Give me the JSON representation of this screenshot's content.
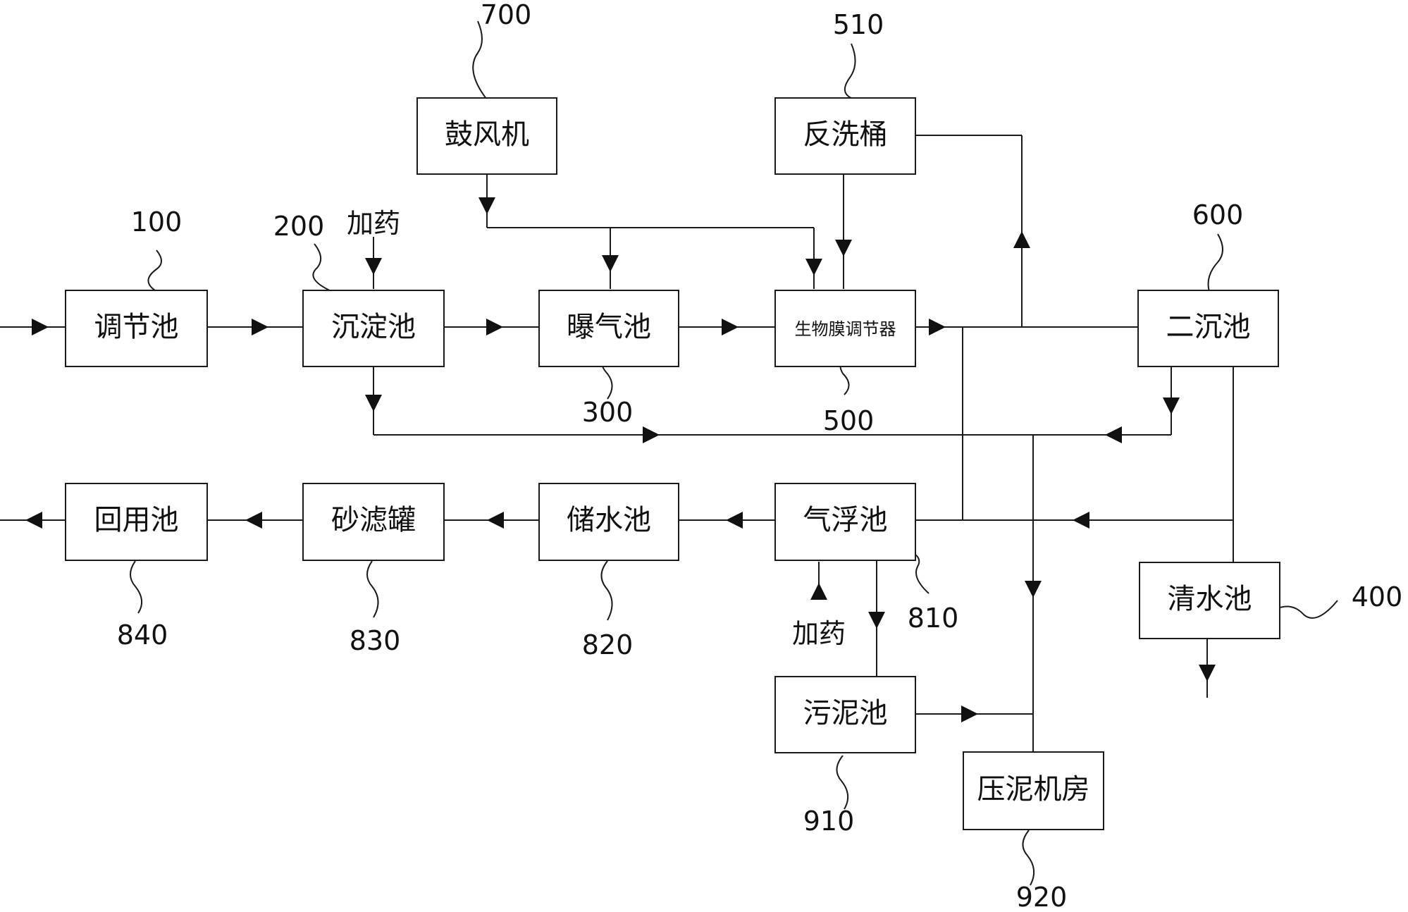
{
  "nodes": {
    "tiaojiechi": "调节池",
    "chendianchi": "沉淀池",
    "puqichi": "曝气池",
    "shengwumo": "生物膜调节器",
    "erchenchi": "二沉池",
    "gufengji": "鼓风机",
    "fanxitong": "反洗桶",
    "qifuchi": "气浮池",
    "chushuichi": "储水池",
    "shalvguan": "砂滤罐",
    "huiyongchi": "回用池",
    "qingshuichi": "清水池",
    "wunichi": "污泥池",
    "yanijifang": "压泥机房"
  },
  "refs": {
    "r100": "100",
    "r200": "200",
    "r300": "300",
    "r500": "500",
    "r510": "510",
    "r600": "600",
    "r700": "700",
    "r400": "400",
    "r810": "810",
    "r820": "820",
    "r830": "830",
    "r840": "840",
    "r910": "910",
    "r920": "920"
  },
  "notes": {
    "dosing_top": "加药",
    "dosing_bottom": "加药"
  }
}
